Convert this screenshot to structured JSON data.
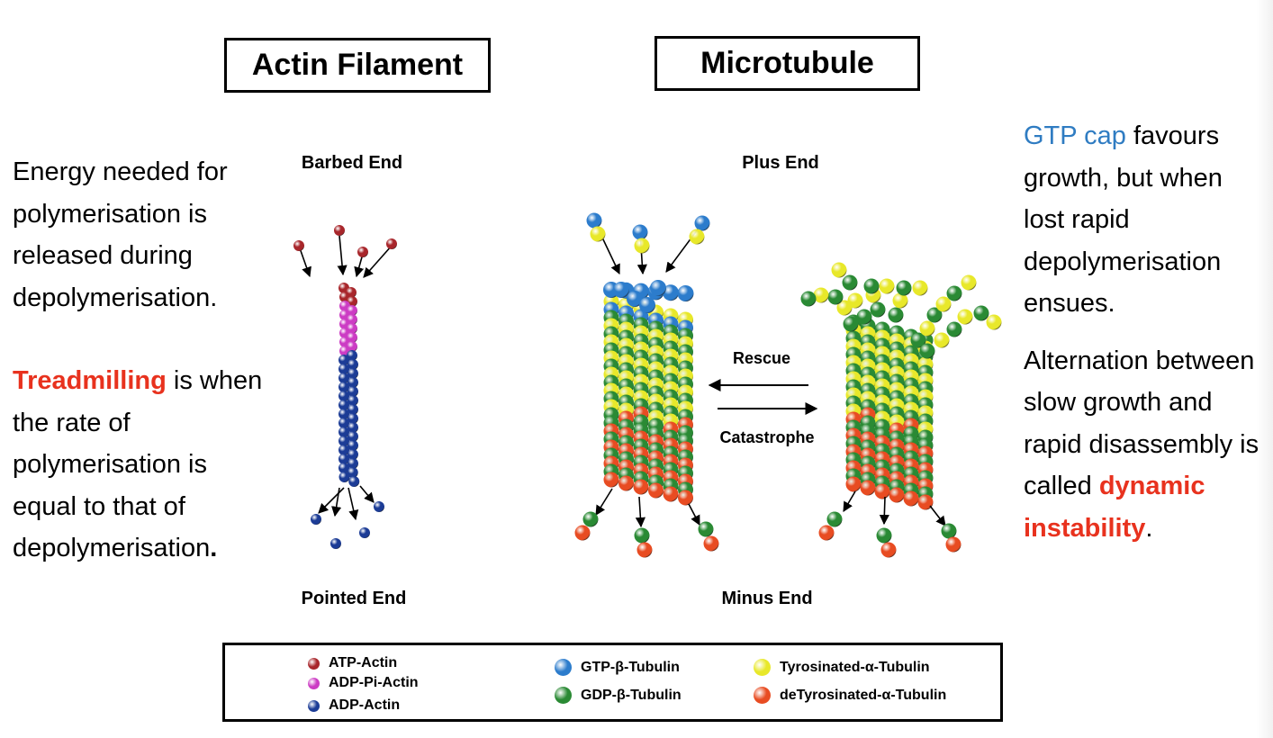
{
  "titles": {
    "actin": "Actin Filament",
    "microtubule": "Microtubule"
  },
  "left_text": {
    "p1": "Energy needed for polymerisation is released during depolymerisation.",
    "p2_highlight": "Treadmilling",
    "p2_rest": " is when the rate of polymerisation is equal to that of depolymerisation",
    "p2_end": "."
  },
  "right_text": {
    "p1_highlight": "GTP cap",
    "p1_rest": " favours growth, but when lost rapid depolymerisation ensues.",
    "p2_start": "Alternation between slow growth and rapid disassembly is called ",
    "p2_highlight": "dynamic instability",
    "p2_end": "."
  },
  "end_labels": {
    "barbed": "Barbed End",
    "pointed": "Pointed End",
    "plus": "Plus End",
    "minus": "Minus End"
  },
  "arrows": {
    "rescue": "Rescue",
    "catastrophe": "Catastrophe"
  },
  "colors": {
    "atp_actin": "#a8262b",
    "adp_pi_actin": "#cc3cc4",
    "adp_actin": "#1c3c96",
    "gtp_tubulin": "#2c7ccc",
    "gdp_tubulin": "#2a8a34",
    "tyrosinated": "#e8e82a",
    "detyrosinated": "#e84c22",
    "highlight_red": "#e8321e",
    "highlight_blue": "#2f7cc2"
  },
  "legend": [
    {
      "label": "ATP-Actin",
      "color": "#a8262b"
    },
    {
      "label": "ADP-Pi-Actin",
      "color": "#cc3cc4"
    },
    {
      "label": "ADP-Actin",
      "color": "#1c3c96"
    },
    {
      "label": "GTP-β-Tubulin",
      "color": "#2c7ccc"
    },
    {
      "label": "GDP-β-Tubulin",
      "color": "#2a8a34"
    },
    {
      "label": "Tyrosinated-α-Tubulin",
      "color": "#e8e82a"
    },
    {
      "label": "deTyrosinated-α-Tubulin",
      "color": "#e84c22"
    }
  ]
}
